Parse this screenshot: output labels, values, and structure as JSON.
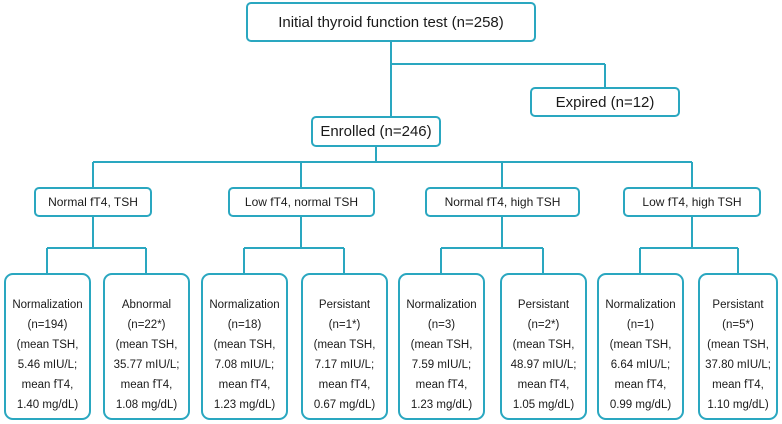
{
  "root": {
    "label": "Initial thyroid function test (n=258)"
  },
  "expired": {
    "label": "Expired  (n=12)"
  },
  "enrolled": {
    "label": "Enrolled (n=246)"
  },
  "groups": [
    {
      "label": "Normal fT4, TSH",
      "outcomes": [
        {
          "lines": [
            "Normalization",
            "(n=194)",
            "(mean TSH,",
            "5.46 mIU/L;",
            "mean fT4,",
            "1.40 mg/dL)"
          ]
        },
        {
          "lines": [
            "Abnormal",
            "(n=22*)",
            "(mean TSH,",
            "35.77 mIU/L;",
            "mean fT4,",
            "1.08 mg/dL)"
          ]
        }
      ]
    },
    {
      "label": "Low fT4, normal TSH",
      "outcomes": [
        {
          "lines": [
            "Normalization",
            "(n=18)",
            "(mean TSH,",
            "7.08 mIU/L;",
            "mean fT4,",
            "1.23 mg/dL)"
          ]
        },
        {
          "lines": [
            "Persistant",
            "(n=1*)",
            "(mean TSH,",
            "7.17 mIU/L;",
            "mean fT4,",
            "0.67 mg/dL)"
          ]
        }
      ]
    },
    {
      "label": "Normal fT4, high TSH",
      "outcomes": [
        {
          "lines": [
            "Normalization",
            "(n=3)",
            "(mean TSH,",
            "7.59 mIU/L;",
            "mean fT4,",
            "1.23 mg/dL)"
          ]
        },
        {
          "lines": [
            "Persistant",
            "(n=2*)",
            "(mean TSH,",
            "48.97 mIU/L;",
            "mean fT4,",
            "1.05 mg/dL)"
          ]
        }
      ]
    },
    {
      "label": "Low fT4, high TSH",
      "outcomes": [
        {
          "lines": [
            "Normalization",
            "(n=1)",
            "(mean TSH,",
            "6.64 mIU/L;",
            "mean fT4,",
            "0.99 mg/dL)"
          ]
        },
        {
          "lines": [
            "Persistant",
            "(n=5*)",
            "(mean TSH,",
            "37.80 mIU/L;",
            "mean fT4,",
            "1.10 mg/dL)"
          ]
        }
      ]
    }
  ],
  "colors": {
    "accent": "#2aa7c0"
  }
}
